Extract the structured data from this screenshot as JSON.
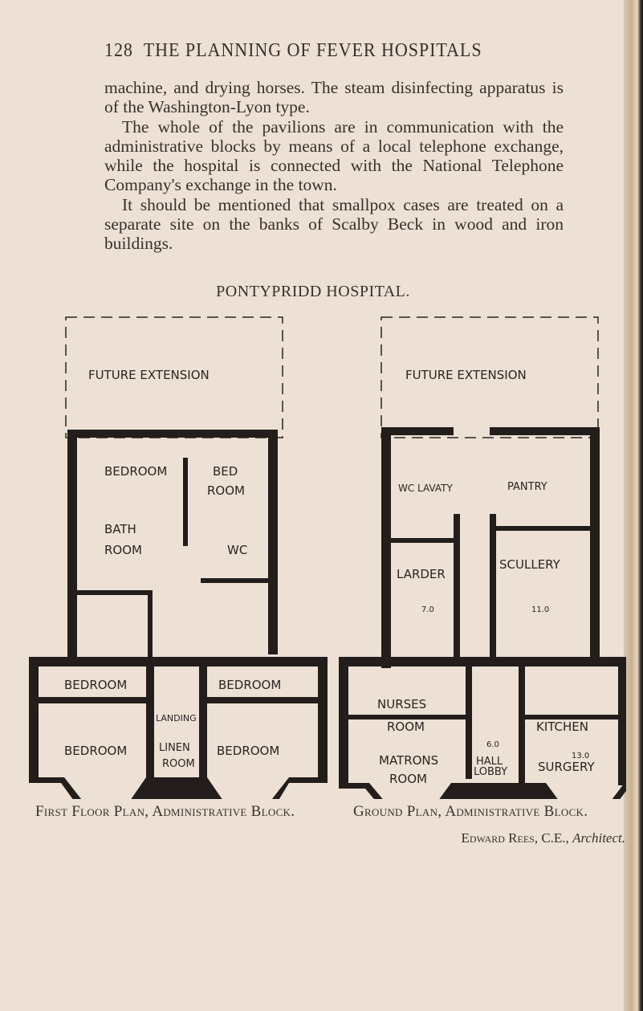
{
  "running_head": {
    "page_number": "128",
    "title": "THE PLANNING OF FEVER HOSPITALS"
  },
  "paragraphs": [
    "machine, and drying horses. The steam disinfecting apparatus is of the Washington-Lyon type.",
    "The whole of the pavilions are in communication with the administrative blocks by means of a local telephone exchange, while the hospital is connected with the National Telephone Company's exchange in the town.",
    "It should be mentioned that smallpox cases are treated on a separate site on the banks of Scalby Beck in wood and iron buildings."
  ],
  "figure_title": "PONTYPRIDD HOSPITAL.",
  "first_floor": {
    "future": "FUTURE EXTENSION",
    "rooms": [
      "BEDROOM",
      "BED",
      "ROOM",
      "BATH",
      "ROOM",
      "WC",
      "BEDROOM",
      "BEDROOM",
      "LANDING",
      "BEDROOM",
      "LINEN",
      "ROOM",
      "BEDROOM"
    ],
    "caption": "First Floor Plan, Administrative Block."
  },
  "ground_floor": {
    "future": "FUTURE EXTENSION",
    "rooms": [
      "WC",
      "LAVATY",
      "PANTRY",
      "LARDER",
      "SCULLERY",
      "NURSES",
      "ROOM",
      "KITCHEN",
      "MATRONS",
      "ROOM",
      "HALL",
      "LOBBY",
      "SURGERY"
    ],
    "dims": [
      "7.0",
      "11.0",
      "6.0",
      "13.0"
    ],
    "caption": "Ground Plan, Administrative Block."
  },
  "credit": {
    "name": "Edward Rees, C.E.,",
    "role": "Architect."
  }
}
